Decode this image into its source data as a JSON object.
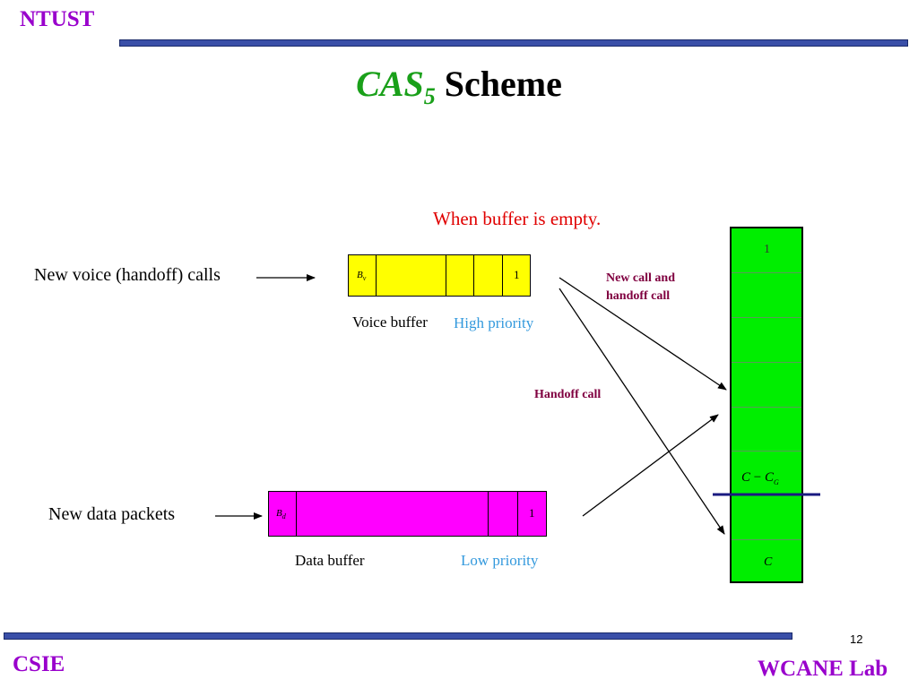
{
  "header": {
    "org": "NTUST"
  },
  "title": {
    "main": "CAS",
    "subscript": "5",
    "rest": " Scheme"
  },
  "note": {
    "text": "When buffer is empty."
  },
  "voice": {
    "input_label": "New voice (handoff) calls",
    "buffer_label": "Voice buffer",
    "priority_label": "High priority",
    "cell_first": "B",
    "cell_first_sub": "v",
    "cell_last": "1"
  },
  "data": {
    "input_label": "New data packets",
    "buffer_label": "Data buffer",
    "priority_label": "Low priority",
    "cell_first": "B",
    "cell_first_sub": "d",
    "cell_last": "1"
  },
  "arrows": {
    "new_and_handoff_line1": "New call and",
    "new_and_handoff_line2": "handoff call",
    "handoff": "Handoff call"
  },
  "channel": {
    "top_label": "1",
    "cg_label_c": "C",
    "cg_label_minus": " − ",
    "cg_label_cg": "C",
    "cg_label_sub": "G",
    "bottom_label": "C"
  },
  "footer": {
    "page": "12",
    "left": "CSIE",
    "right": "WCANE Lab"
  },
  "colors": {
    "header_bar": "#3a4fa8",
    "org_text": "#9900cc",
    "title_green": "#1aa01a",
    "note_red": "#e00000",
    "priority_blue": "#3399dd",
    "voice_buffer": "#ffff00",
    "data_buffer": "#ff00ff",
    "channel": "#00ee00",
    "label_dark_red": "#800040",
    "threshold_line": "#1a1a80"
  }
}
